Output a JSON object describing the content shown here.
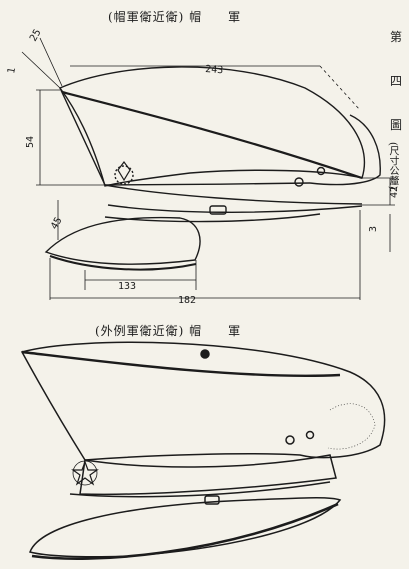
{
  "top_figure": {
    "title": "(帽軍衛近衛) 帽　　軍",
    "dims": {
      "d25": "25",
      "d1": "1",
      "d243": "243",
      "d54": "54",
      "d42": "42",
      "d45": "45",
      "d3": "3",
      "d133": "133",
      "d182": "182"
    }
  },
  "bottom_figure": {
    "title": "(外例軍衛近衛) 帽　　軍"
  },
  "side_caption": {
    "c1": "第",
    "c2": "四",
    "c3": "圖",
    "c4": "(尺寸公釐)"
  }
}
